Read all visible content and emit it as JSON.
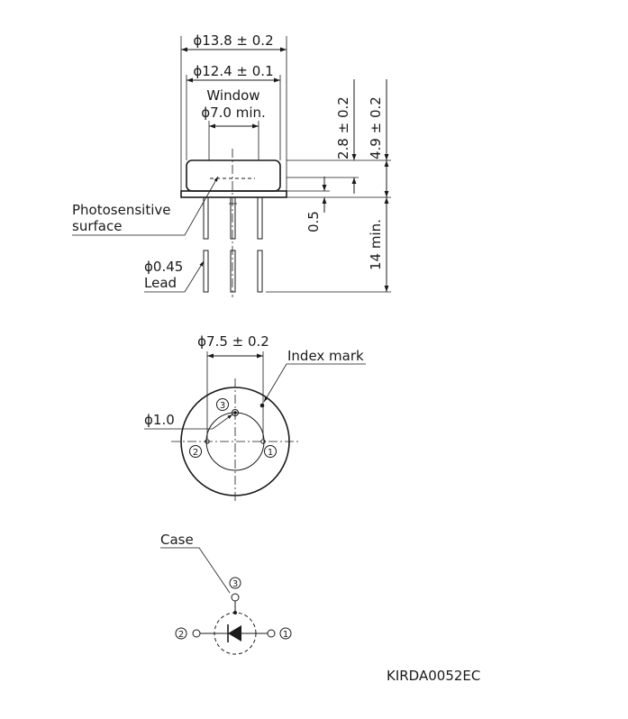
{
  "side_view": {
    "dim_case_outer": "ϕ13.8 ± 0.2",
    "dim_case_inner": "ϕ12.4 ± 0.1",
    "window_label": "Window",
    "window_dim": "ϕ7.0 min.",
    "dim_cap_height": "2.8 ± 0.2",
    "dim_total_height": "4.9 ± 0.2",
    "dim_flange": "0.5",
    "dim_lead_length": "14 min.",
    "photosensitive_line1": "Photosensitive",
    "photosensitive_line2": "surface",
    "lead_dim": "ϕ0.45",
    "lead_label": "Lead"
  },
  "bottom_view": {
    "dim_pin_circle": "ϕ7.5 ± 0.2",
    "index_mark_label": "Index mark",
    "dim_pin": "ϕ1.0",
    "pin1": "1",
    "pin2": "2",
    "pin3": "3"
  },
  "schematic": {
    "case_label": "Case",
    "pin1": "1",
    "pin2": "2",
    "pin3": "3"
  },
  "drawing_code": "KIRDA0052EC"
}
